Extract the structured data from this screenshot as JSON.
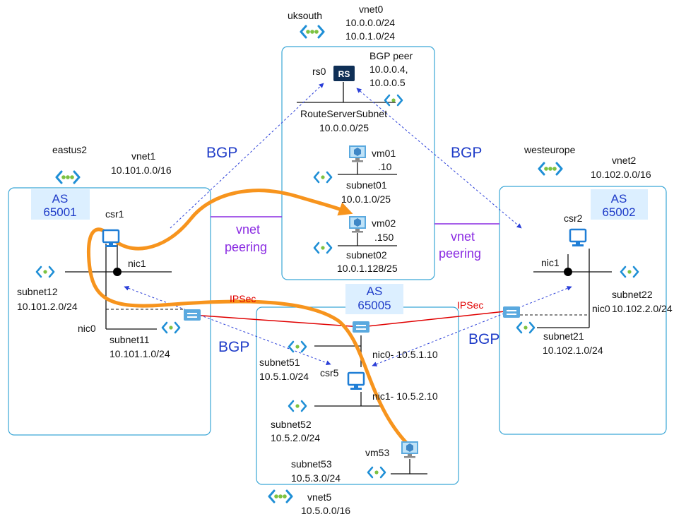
{
  "labels": {
    "bgp": "BGP",
    "peering_line1": "vnet",
    "peering_line2": "peering",
    "ipsec": "IPSec"
  },
  "route_server": {
    "badge": "RS",
    "name": "rs0",
    "peer_label": "BGP peer",
    "peer_ips": [
      "10.0.0.4,",
      "10.0.0.5"
    ]
  },
  "vnet0": {
    "region": "uksouth",
    "name": "vnet0",
    "prefixes": [
      "10.0.0.0/24",
      "10.0.1.0/24"
    ],
    "subnets": [
      {
        "name": "RouteServerSubnet",
        "prefix": "10.0.0.0/25"
      },
      {
        "name": "subnet01",
        "prefix": "10.0.1.0/25"
      },
      {
        "name": "subnet02",
        "prefix": "10.0.1.128/25"
      }
    ],
    "vms": [
      {
        "name": "vm01",
        "ip": ".10"
      },
      {
        "name": "vm02",
        "ip": ".150"
      }
    ]
  },
  "vnet1": {
    "region": "eastus2",
    "name": "vnet1",
    "prefix": "10.101.0.0/16",
    "as_label": "AS",
    "as_number": "65001",
    "router": "csr1",
    "nic1": "nic1",
    "nic0": "nic0",
    "subnets": [
      {
        "name": "subnet12",
        "prefix": "10.101.2.0/24"
      },
      {
        "name": "subnet11",
        "prefix": "10.101.1.0/24"
      }
    ]
  },
  "vnet2": {
    "region": "westeurope",
    "name": "vnet2",
    "prefix": "10.102.0.0/16",
    "as_label": "AS",
    "as_number": "65002",
    "router": "csr2",
    "nic1": "nic1",
    "nic0": "nic0",
    "subnets": [
      {
        "name": "subnet22",
        "prefix": "10.102.2.0/24"
      },
      {
        "name": "subnet21",
        "prefix": "10.102.1.0/24"
      }
    ]
  },
  "vnet5": {
    "name": "vnet5",
    "prefix": "10.5.0.0/16",
    "as_label": "AS",
    "as_number": "65005",
    "router": "csr5",
    "nic0": "nic0- 10.5.1.10",
    "nic1": "nic1- 10.5.2.10",
    "vm": "vm53",
    "subnets": [
      {
        "name": "subnet51",
        "prefix": "10.5.1.0/24"
      },
      {
        "name": "subnet52",
        "prefix": "10.5.2.0/24"
      },
      {
        "name": "subnet53",
        "prefix": "10.5.3.0/24"
      }
    ]
  },
  "colors": {
    "box_border": "#3aa6d6",
    "as_badge": "#dcefff",
    "bgp_text": "#1f3cc8",
    "peering": "#8a2be2",
    "ipsec": "#e00000",
    "traffic_path": "#f7941d"
  }
}
